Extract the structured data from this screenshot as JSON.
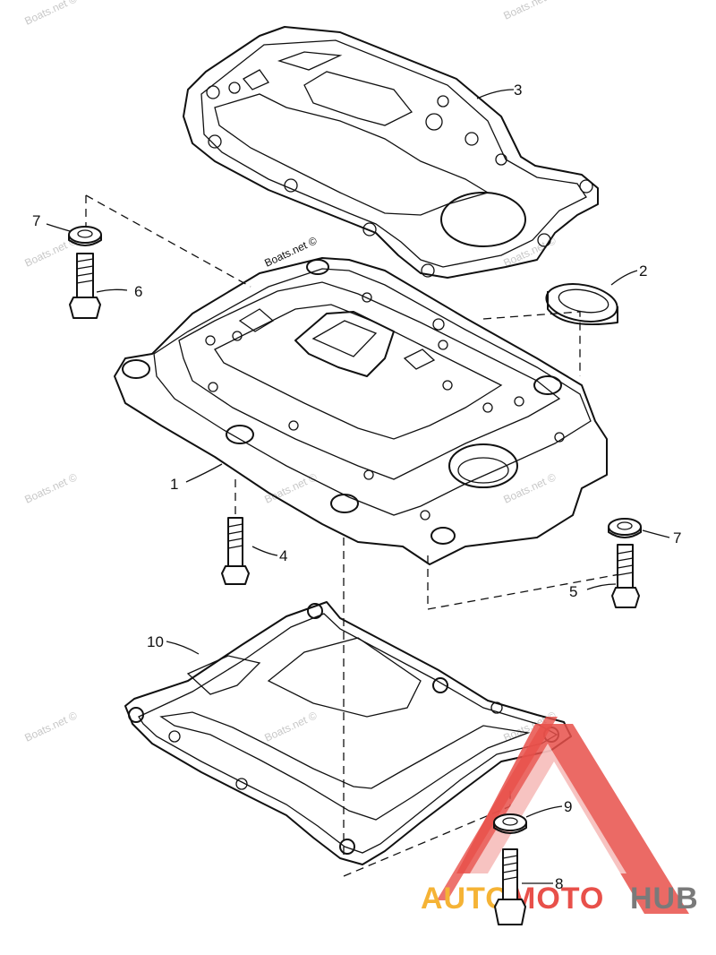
{
  "watermark": "Boats.net ©",
  "parts": [
    {
      "id": "1",
      "label": "1"
    },
    {
      "id": "2",
      "label": "2"
    },
    {
      "id": "3",
      "label": "3"
    },
    {
      "id": "4",
      "label": "4"
    },
    {
      "id": "5",
      "label": "5"
    },
    {
      "id": "6",
      "label": "6"
    },
    {
      "id": "7a",
      "label": "7"
    },
    {
      "id": "7b",
      "label": "7"
    },
    {
      "id": "8",
      "label": "8"
    },
    {
      "id": "9",
      "label": "9"
    },
    {
      "id": "10",
      "label": "10"
    }
  ],
  "logo": {
    "part1": "AUTO",
    "part2": "MOTO",
    "part3": "HUB",
    "colors": {
      "auto": "#f5b335",
      "moto": "#e8504a",
      "hub": "#7a7a7a",
      "triangle": "#e8504a"
    }
  }
}
